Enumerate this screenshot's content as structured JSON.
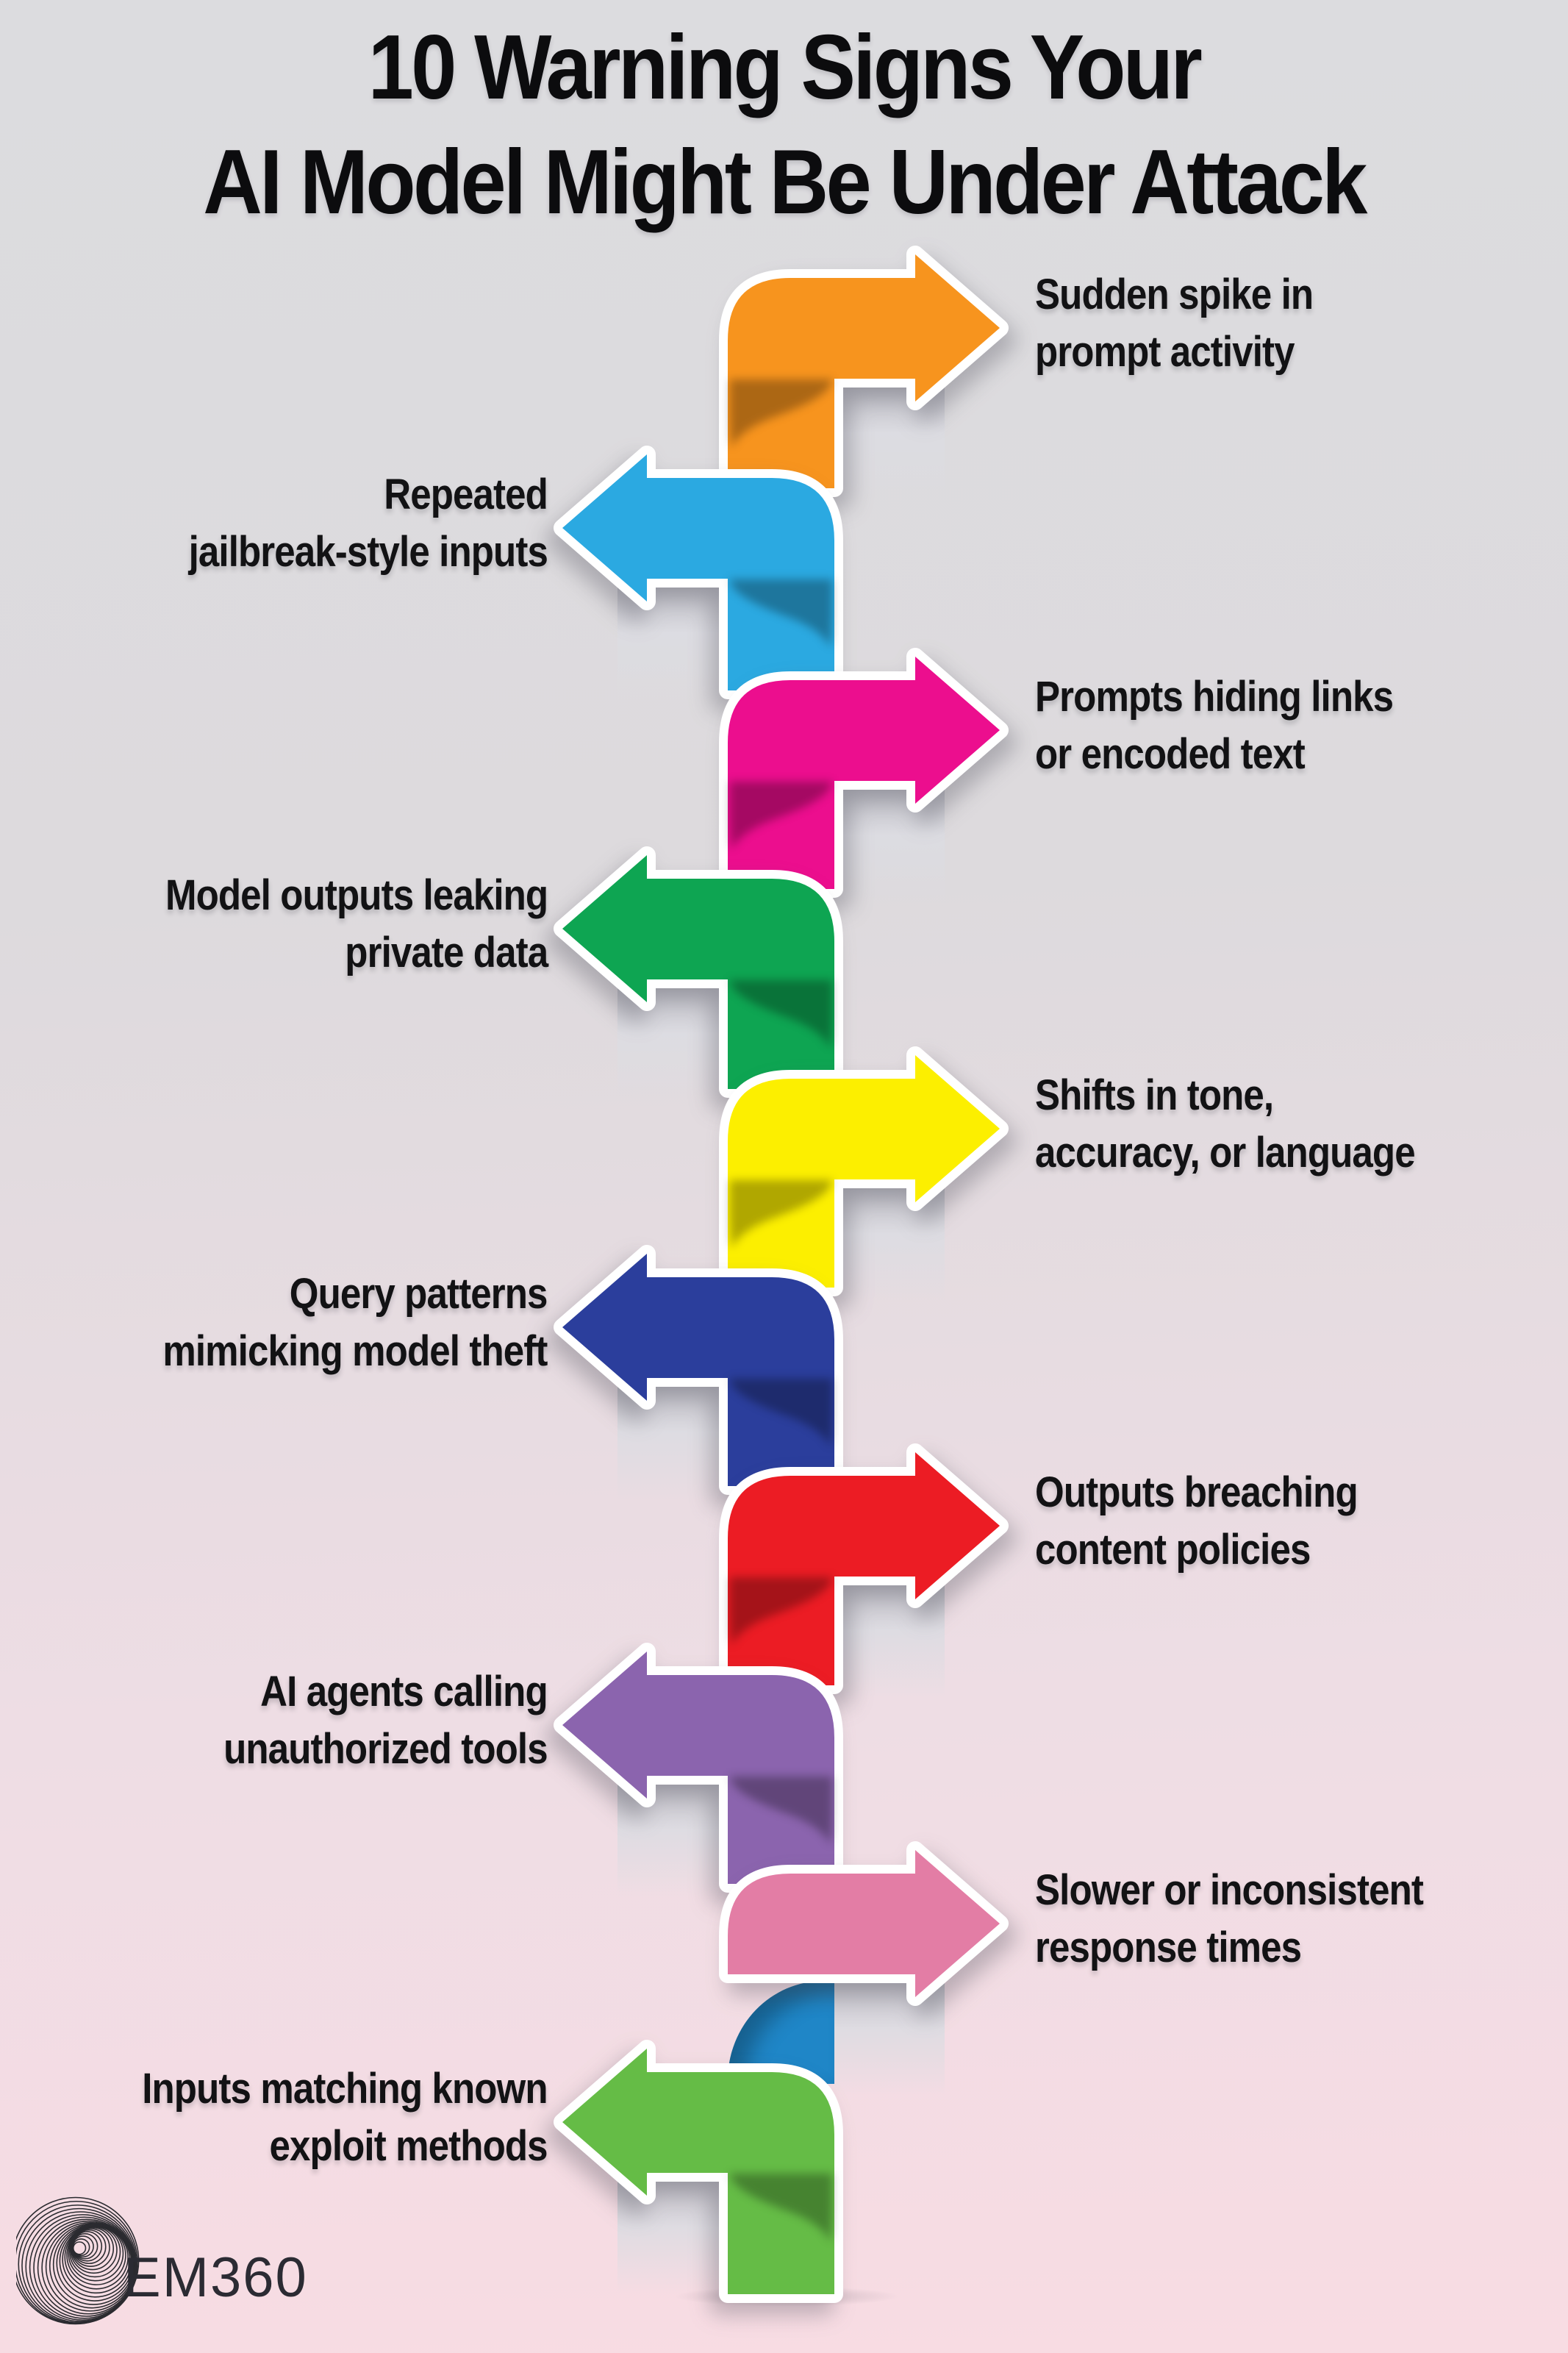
{
  "title": {
    "line1": "10 Warning Signs Your",
    "line2": "AI Model Might Be Under Attack"
  },
  "items": [
    {
      "label_line1": "Sudden spike in",
      "label_line2": "prompt activity",
      "direction": "right",
      "color": "#F7941E"
    },
    {
      "label_line1": "Repeated",
      "label_line2": "jailbreak-style inputs",
      "direction": "left",
      "color": "#2BA9E1"
    },
    {
      "label_line1": "Prompts hiding links",
      "label_line2": "or encoded text",
      "direction": "right",
      "color": "#EC0E8E"
    },
    {
      "label_line1": "Model outputs leaking",
      "label_line2": "private data",
      "direction": "left",
      "color": "#0EA552"
    },
    {
      "label_line1": "Shifts in tone,",
      "label_line2": "accuracy, or language",
      "direction": "right",
      "color": "#FCEF00"
    },
    {
      "label_line1": "Query patterns",
      "label_line2": "mimicking model theft",
      "direction": "left",
      "color": "#2B3E9C"
    },
    {
      "label_line1": "Outputs breaching",
      "label_line2": "content policies",
      "direction": "right",
      "color": "#EC1C24"
    },
    {
      "label_line1": "AI agents calling",
      "label_line2": "unauthorized tools",
      "direction": "left",
      "color": "#8B64AE"
    },
    {
      "label_line1": "Slower or inconsistent",
      "label_line2": "response times",
      "direction": "right",
      "color": "#E37DA5",
      "tail_color": "#1F86C7"
    },
    {
      "label_line1": "Inputs matching known",
      "label_line2": "exploit methods",
      "direction": "left",
      "color": "#65BC46"
    }
  ],
  "logo": {
    "text": "EM360"
  },
  "colors": {
    "background_top": "#DCDCDF",
    "background_bottom": "#F8DCE3",
    "title_text": "#0C0C0E",
    "label_text": "#121214",
    "ribbon_outline": "#FFFFFF",
    "spine_anomaly_blue": "#1F86C7"
  }
}
